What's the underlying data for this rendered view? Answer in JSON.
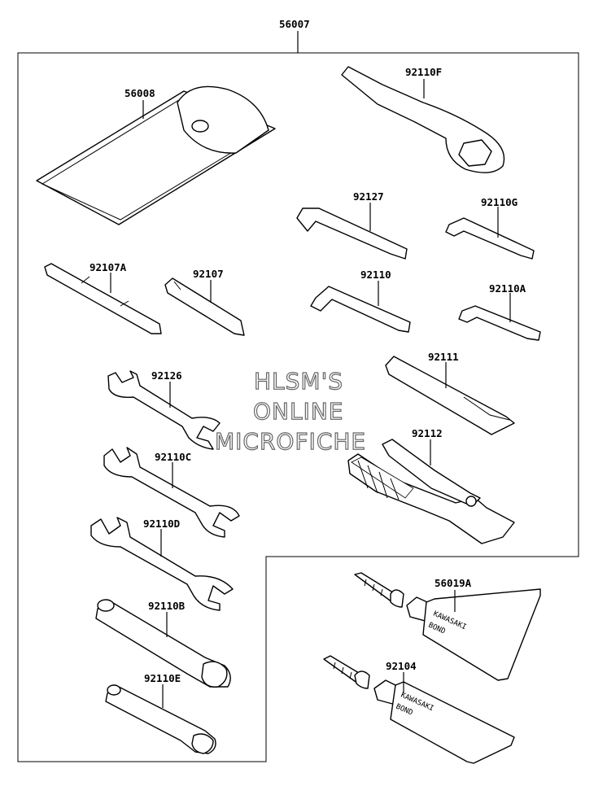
{
  "assembly": {
    "number": "56007"
  },
  "watermark": {
    "line1": "HLSM'S",
    "line2": "ONLINE",
    "line3": "MICROFICHE"
  },
  "parts": [
    {
      "number": "56008",
      "name": "tool-pouch"
    },
    {
      "number": "92110F",
      "name": "ring-wrench"
    },
    {
      "number": "92127",
      "name": "hex-key-large"
    },
    {
      "number": "92110G",
      "name": "hex-key-small"
    },
    {
      "number": "92107A",
      "name": "screwdriver-bit"
    },
    {
      "number": "92107",
      "name": "screwdriver-handle"
    },
    {
      "number": "92110",
      "name": "hex-key-medium"
    },
    {
      "number": "92110A",
      "name": "hex-key-mini"
    },
    {
      "number": "92111",
      "name": "extension-bar"
    },
    {
      "number": "92126",
      "name": "open-wrench-1"
    },
    {
      "number": "92112",
      "name": "pliers"
    },
    {
      "number": "92110C",
      "name": "open-wrench-2"
    },
    {
      "number": "92110D",
      "name": "open-wrench-3"
    },
    {
      "number": "56019A",
      "name": "bond-tube-1"
    },
    {
      "number": "92110B",
      "name": "box-spanner-large"
    },
    {
      "number": "92104",
      "name": "bond-tube-2"
    },
    {
      "number": "92110E",
      "name": "box-spanner-small"
    }
  ],
  "tube_text": {
    "line1": "KAWASAKI",
    "line2": "BOND"
  }
}
